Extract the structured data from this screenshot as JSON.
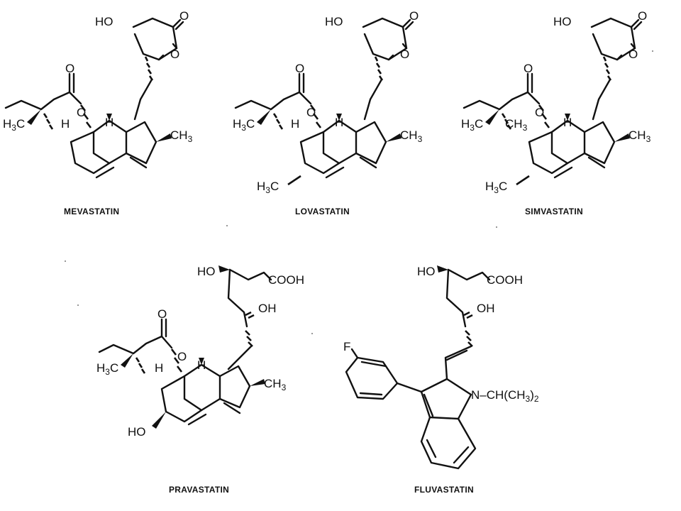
{
  "labels": {
    "hydroxyl_left": "HO",
    "ring_oxygen": "O",
    "hydroxyl_right": "OH",
    "carboxyl": "COOH",
    "hydrogen": "H",
    "carbon": "C",
    "methyl_group": "CH",
    "h3c_left": "H",
    "subscript_3": "3",
    "subscript_2": "2",
    "fluorine": "F",
    "nitrogen": "N",
    "isopropyl": "–CH(CH",
    "close_paren": ")"
  },
  "captions": {
    "mevastatin": "MEVASTATIN",
    "lovastatin": "LOVASTATIN",
    "simvastatin": "SIMVASTATIN",
    "pravastatin": "PRAVASTATIN",
    "fluvastatin": "FLUVASTATIN"
  }
}
